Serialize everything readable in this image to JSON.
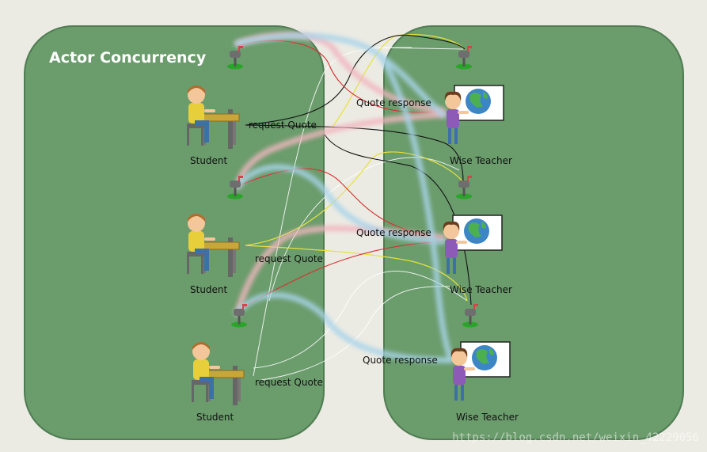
{
  "diagram": {
    "title": "Actor Concurrency",
    "students": [
      {
        "label": "Student",
        "request_label": "request Quote"
      },
      {
        "label": "Student",
        "request_label": "request Quote"
      },
      {
        "label": "Student",
        "request_label": "request Quote"
      }
    ],
    "teachers": [
      {
        "label": "Wise Teacher",
        "response_label": "Quote response"
      },
      {
        "label": "Wise Teacher",
        "response_label": "Quote response"
      },
      {
        "label": "Wise Teacher",
        "response_label": "Quote response"
      }
    ],
    "colors": {
      "background": "#ecebe3",
      "panel": "#6b9c6c",
      "panel_border": "#4f7c52",
      "mailbox_grass": "#2aa52a",
      "glow_pink": "#f2b6c0",
      "glow_blue": "#a9d4ea"
    },
    "icons": [
      "mailbox-icon",
      "student-at-computer-icon",
      "teacher-with-globe-icon"
    ]
  },
  "watermark": "https://blog.csdn.net/weixin_42229056"
}
